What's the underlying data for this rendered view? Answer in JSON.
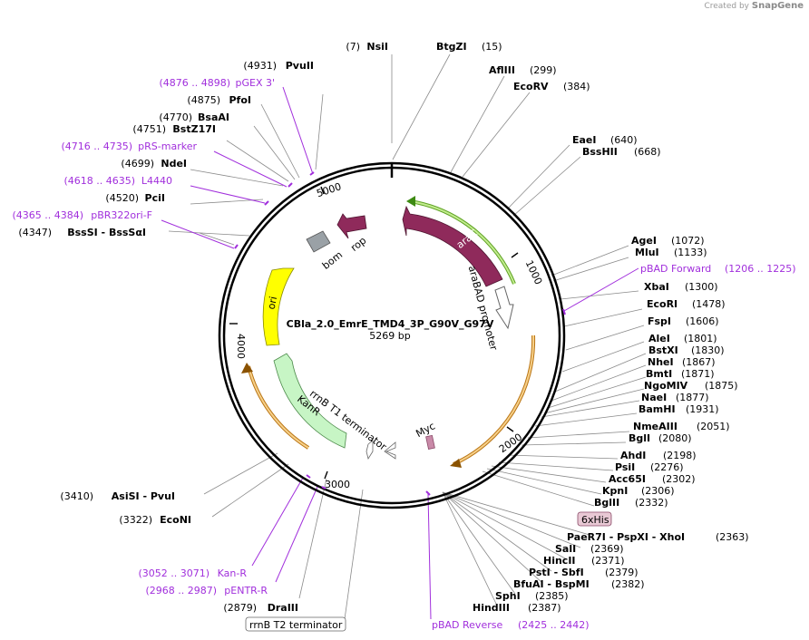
{
  "watermark": {
    "prefix": "Created by",
    "brand": "SnapGene"
  },
  "plasmid": {
    "name": "CBla_2.0_EmrE_TMD4_3P_G90V_G97V",
    "length": "5269 bp"
  },
  "ticks": [
    "1000",
    "2000",
    "3000",
    "4000",
    "5000"
  ],
  "features": {
    "arac": "araC",
    "promoter": "araBAD promoter",
    "rop": "rop",
    "bom": "bom",
    "ori": "ori",
    "kanr": "KanR",
    "t1": "rrnB T1 terminator",
    "myc": "Myc",
    "his": "6xHis",
    "t2": "rrnB T2 terminator"
  },
  "sites": [
    {
      "pos": "(7)",
      "name": "NsiI"
    },
    {
      "name": "BtgZI",
      "pos": "(15)"
    },
    {
      "name": "AflIII",
      "pos": "(299)"
    },
    {
      "name": "EcoRV",
      "pos": "(384)"
    },
    {
      "name": "EaeI",
      "pos": "(640)"
    },
    {
      "name": "BssHII",
      "pos": "(668)"
    },
    {
      "name": "AgeI",
      "pos": "(1072)"
    },
    {
      "name": "MluI",
      "pos": "(1133)"
    },
    {
      "name": "pBAD Forward",
      "pos": "(1206 .. 1225)"
    },
    {
      "name": "XbaI",
      "pos": "(1300)"
    },
    {
      "name": "EcoRI",
      "pos": "(1478)"
    },
    {
      "name": "FspI",
      "pos": "(1606)"
    },
    {
      "name": "AleI",
      "pos": "(1801)"
    },
    {
      "name": "BstXI",
      "pos": "(1830)"
    },
    {
      "name": "NheI",
      "pos": "(1867)"
    },
    {
      "name": "BmtI",
      "pos": "(1871)"
    },
    {
      "name": "NgoMIV",
      "pos": "(1875)"
    },
    {
      "name": "NaeI",
      "pos": "(1877)"
    },
    {
      "name": "BamHI",
      "pos": "(1931)"
    },
    {
      "name": "NmeAIII",
      "pos": "(2051)"
    },
    {
      "name": "BglI",
      "pos": "(2080)"
    },
    {
      "name": "AhdI",
      "pos": "(2198)"
    },
    {
      "name": "PsiI",
      "pos": "(2276)"
    },
    {
      "name": "Acc65I",
      "pos": "(2302)"
    },
    {
      "name": "KpnI",
      "pos": "(2306)"
    },
    {
      "name": "BglII",
      "pos": "(2332)"
    },
    {
      "name": "PaeR7I - PspXI - XhoI",
      "pos": "(2363)"
    },
    {
      "name": "SalI",
      "pos": "(2369)"
    },
    {
      "name": "HincII",
      "pos": "(2371)"
    },
    {
      "name": "PstI - SbfI",
      "pos": "(2379)"
    },
    {
      "name": "BfuAI - BspMI",
      "pos": "(2382)"
    },
    {
      "name": "SphI",
      "pos": "(2385)"
    },
    {
      "name": "HindIII",
      "pos": "(2387)"
    },
    {
      "name": "pBAD Reverse",
      "pos": "(2425 .. 2442)"
    },
    {
      "pos": "(4931)",
      "name": "PvuII"
    },
    {
      "pos": "(4876 .. 4898)",
      "name": "pGEX 3'"
    },
    {
      "pos": "(4875)",
      "name": "PfoI"
    },
    {
      "pos": "(4770)",
      "name": "BsaAI"
    },
    {
      "pos": "(4751)",
      "name": "BstZ17I"
    },
    {
      "pos": "(4716 .. 4735)",
      "name": "pRS-marker"
    },
    {
      "pos": "(4699)",
      "name": "NdeI"
    },
    {
      "pos": "(4618 .. 4635)",
      "name": "L4440"
    },
    {
      "pos": "(4520)",
      "name": "PciI"
    },
    {
      "pos": "(4365 .. 4384)",
      "name": "pBR322ori-F"
    },
    {
      "pos": "(4347)",
      "name": "BssSI - BssSαI"
    },
    {
      "pos": "(3410)",
      "name": "AsiSI - PvuI"
    },
    {
      "pos": "(3322)",
      "name": "EcoNI"
    },
    {
      "pos": "(3052 .. 3071)",
      "name": "Kan-R"
    },
    {
      "pos": "(2968 .. 2987)",
      "name": "pENTR-R"
    },
    {
      "pos": "(2879)",
      "name": "DraIII"
    }
  ],
  "colors": {
    "arac": "#8f2a5b",
    "ori": "#ffff00",
    "kanr": "#c7f5c5",
    "primer": "#a12fdc",
    "orf_orange": "#f2a93b",
    "orf_green": "#8fd14f",
    "his_fill": "#e8c8d4",
    "myc": "#c98aa8"
  }
}
